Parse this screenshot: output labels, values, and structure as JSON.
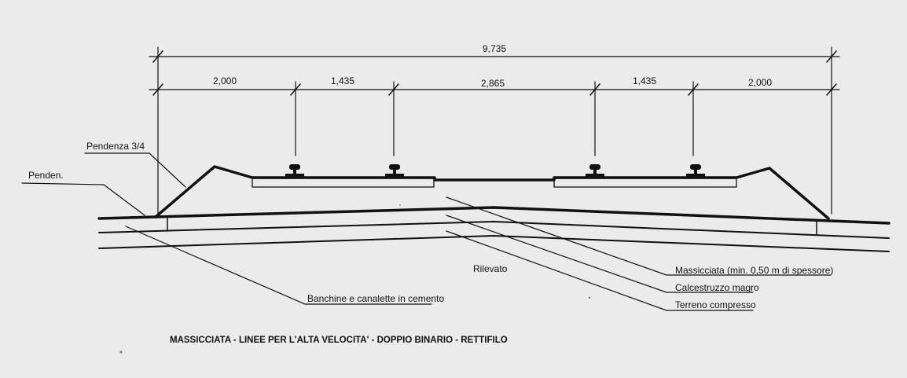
{
  "dimensions": {
    "total": "9,735",
    "segments": [
      "2,000",
      "1,435",
      "2,865",
      "1,435",
      "2,000"
    ]
  },
  "labels": {
    "pendenza": "Pendenza 3/4",
    "penden": "Penden.",
    "rilevato": "Rilevato",
    "massicciata": "Massicciata (min. 0,50 m di spessore)",
    "calcestruzzo": "Calcestruzzo magro",
    "terreno": "Terreno compresso",
    "banchine": "Banchine e canalette in cemento"
  },
  "title": "MASSICCIATA - LINEE PER L'ALTA VELOCITA' - DOPPIO BINARIO - RETTIFILO",
  "colors": {
    "background": "#ebebeb",
    "ink": "#111111"
  }
}
